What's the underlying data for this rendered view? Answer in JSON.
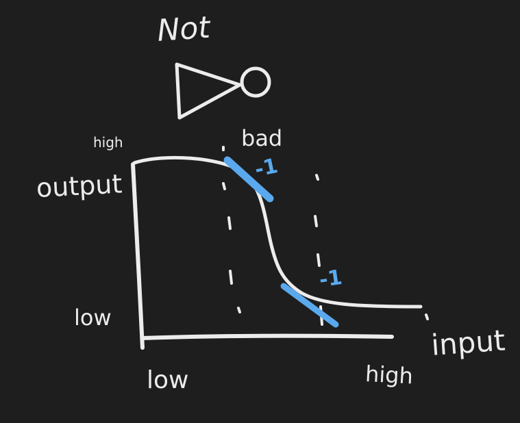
{
  "title": "Not",
  "y_axis": {
    "label": "output",
    "high": "high",
    "low": "low"
  },
  "x_axis": {
    "label": "input",
    "high": "high",
    "low": "low"
  },
  "region_label": "bad",
  "tangent_marks": [
    {
      "slope_label": "-1",
      "icon": "tangent-line-upper"
    },
    {
      "slope_label": "-1",
      "icon": "tangent-line-lower"
    }
  ],
  "colors": {
    "background": "#1e1e1e",
    "ink": "#ececec",
    "highlight": "#5aa9ee"
  }
}
